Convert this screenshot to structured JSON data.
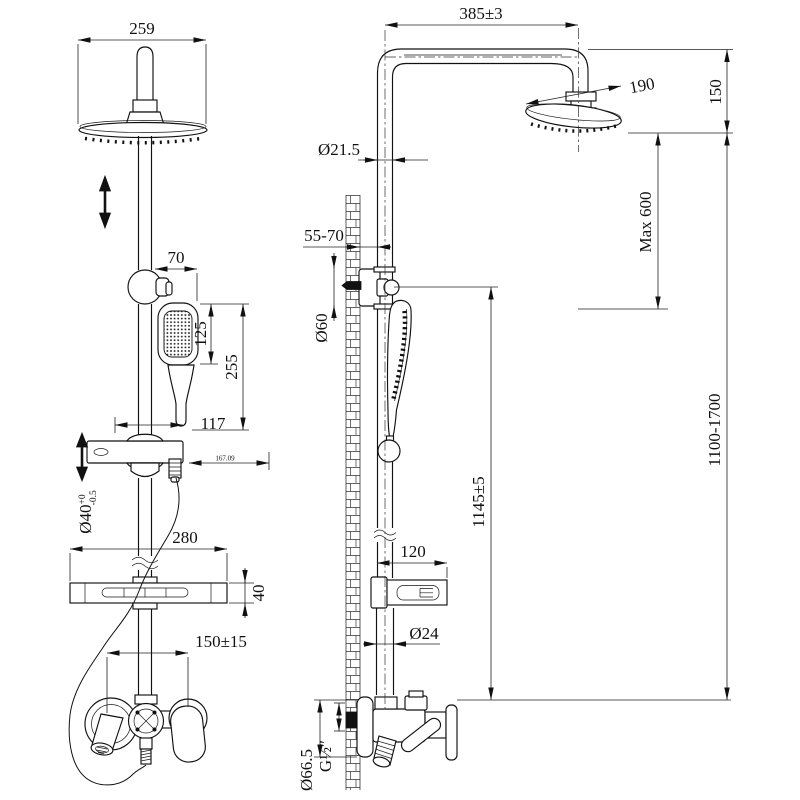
{
  "dims": {
    "front": {
      "head_width": "259",
      "holder_width": "70",
      "hand_shower_face": "125",
      "hand_shower_length": "255",
      "hand_shower_offset": "117",
      "bracket_span": "167.09",
      "clamp_dia": "Ø40",
      "clamp_tol_plus": "+0",
      "clamp_tol_minus": "-0.5",
      "shelf_width": "280",
      "shelf_thickness": "40",
      "inlet_spacing": "150±15"
    },
    "side": {
      "arm_reach": "385±3",
      "head_dia": "190",
      "head_drop": "150",
      "pipe_dia": "Ø21.5",
      "wall_distance": "55-70",
      "bracket_dia": "Ø60",
      "max_adjustment": "Max 600",
      "overall_height": "1100-1700",
      "hand_shower_height": "1145±5",
      "holder_width": "120",
      "lower_pipe_dia": "Ø24",
      "escutcheon_dia": "Ø66.5",
      "thread_size": "G½″"
    }
  }
}
